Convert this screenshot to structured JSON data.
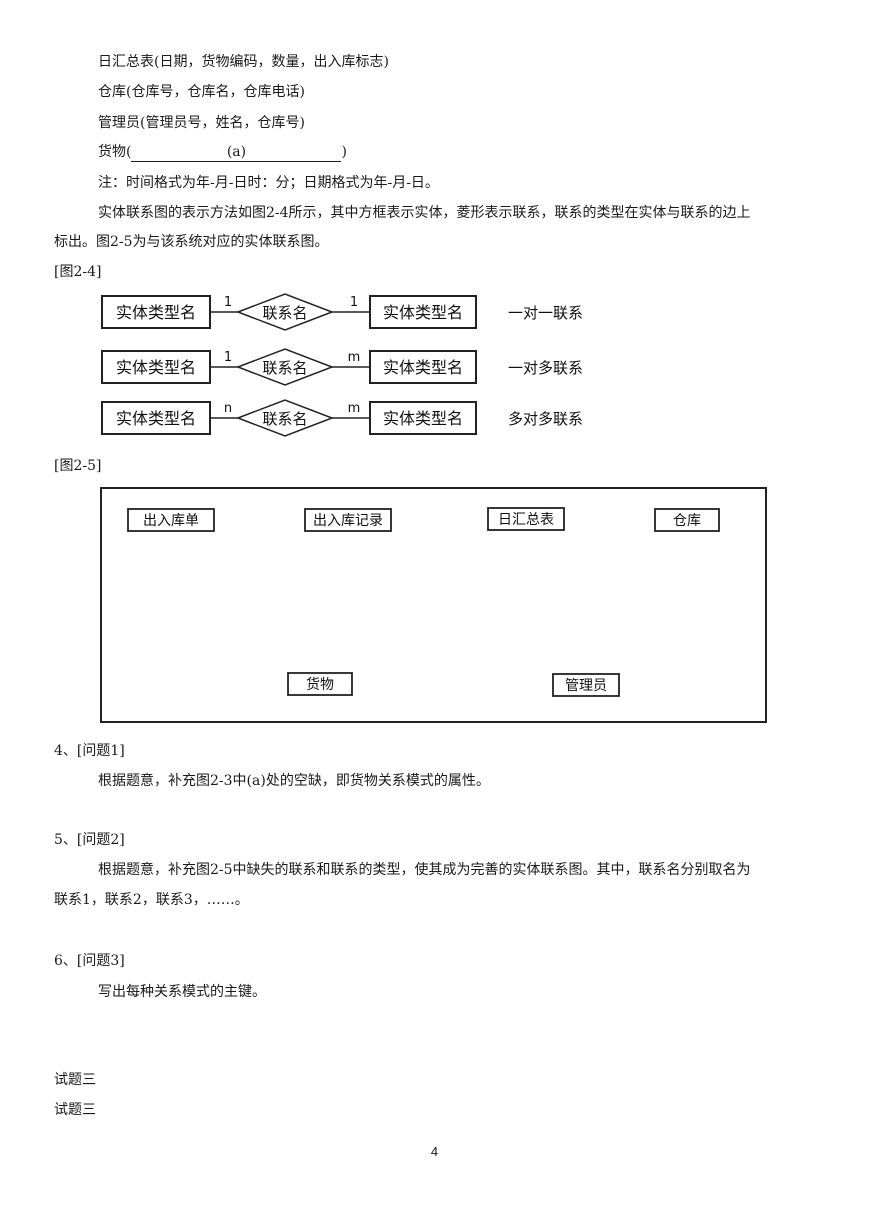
{
  "relations": {
    "daily_summary": "日汇总表(日期，货物编码，数量，出入库标志)",
    "warehouse": "仓库(仓库号，仓库名，仓库电话)",
    "manager": "管理员(管理员号，姓名，仓库号)",
    "goods_prefix": "货物(",
    "goods_blank": "(a)",
    "goods_suffix": ")"
  },
  "note": "注：时间格式为年-月-日时：分；日期格式为年-月-日。",
  "desc_line1": "实体联系图的表示方法如图2-4所示，其中方框表示实体，菱形表示联系，联系的类型在实体与联系的边上",
  "desc_line2": "标出。图2-5为与该系统对应的实体联系图。",
  "fig24": {
    "label": "[图2-4]",
    "rows": [
      {
        "entity_left": "实体类型名",
        "left_card": "1",
        "relationship": "联系名",
        "right_card": "1",
        "entity_right": "实体类型名",
        "type": "一对一联系"
      },
      {
        "entity_left": "实体类型名",
        "left_card": "1",
        "relationship": "联系名",
        "right_card": "m",
        "entity_right": "实体类型名",
        "type": "一对多联系"
      },
      {
        "entity_left": "实体类型名",
        "left_card": "n",
        "relationship": "联系名",
        "right_card": "m",
        "entity_right": "实体类型名",
        "type": "多对多联系"
      }
    ]
  },
  "fig25": {
    "label": "[图2-5]",
    "entities": [
      "出入库单",
      "出入库记录",
      "日汇总表",
      "仓库",
      "货物",
      "管理员"
    ]
  },
  "q1": {
    "heading": "4、[问题1]",
    "text": "根据题意，补充图2-3中(a)处的空缺，即货物关系模式的属性。"
  },
  "q2": {
    "heading": "5、[问题2]",
    "text1": "根据题意，补充图2-5中缺失的联系和联系的类型，使其成为完善的实体联系图。其中，联系名分别取名为",
    "text2": "联系1，联系2，联系3，……。"
  },
  "q3": {
    "heading": "6、[问题3]",
    "text": "写出每种关系模式的主键。"
  },
  "footer_lines": [
    "试题三",
    "试题三"
  ],
  "page_number": "4"
}
